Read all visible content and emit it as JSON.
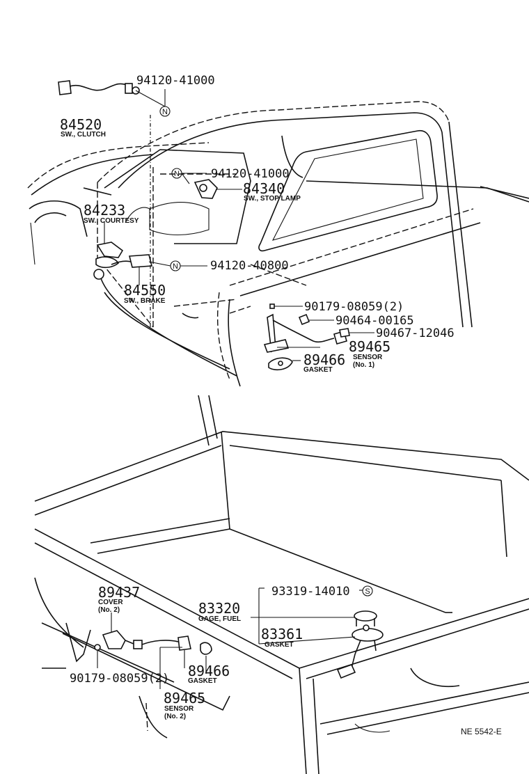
{
  "parts": {
    "p84520": {
      "number": "84520",
      "desc": "SW., CLUTCH"
    },
    "p94120_41000_a": {
      "number": "94120-41000"
    },
    "p94120_41000_b": {
      "number": "94120-41000"
    },
    "p84340": {
      "number": "84340",
      "desc": "SW., STOP LAMP"
    },
    "p84233": {
      "number": "84233",
      "desc": "SW., COURTESY"
    },
    "p94120_40800": {
      "number": "94120-40800"
    },
    "p84550": {
      "number": "84550",
      "desc": "SW., BRAKE"
    },
    "p90179_08059_a": {
      "number": "90179-08059(2)"
    },
    "p90464_00165": {
      "number": "90464-00165"
    },
    "p90467_12046": {
      "number": "90467-12046"
    },
    "p89465_a": {
      "number": "89465",
      "desc": "SENSOR",
      "desc2": "(No. 1)"
    },
    "p89466_a": {
      "number": "89466",
      "desc": "GASKET"
    },
    "p89437": {
      "number": "89437",
      "desc": "COVER",
      "desc2": "(No. 2)"
    },
    "p83320": {
      "number": "83320",
      "desc": "GAGE, FUEL"
    },
    "p93319_14010": {
      "number": "93319-14010"
    },
    "p83361": {
      "number": "83361",
      "desc": "GASKET"
    },
    "p89466_b": {
      "number": "89466",
      "desc": "GASKET"
    },
    "p90179_08059_b": {
      "number": "90179-08059(2)"
    },
    "p89465_b": {
      "number": "89465",
      "desc": "SENSOR",
      "desc2": "(No. 2)"
    }
  },
  "symbols": {
    "n": "N",
    "s": "S"
  },
  "reference": "NE 5542-E"
}
